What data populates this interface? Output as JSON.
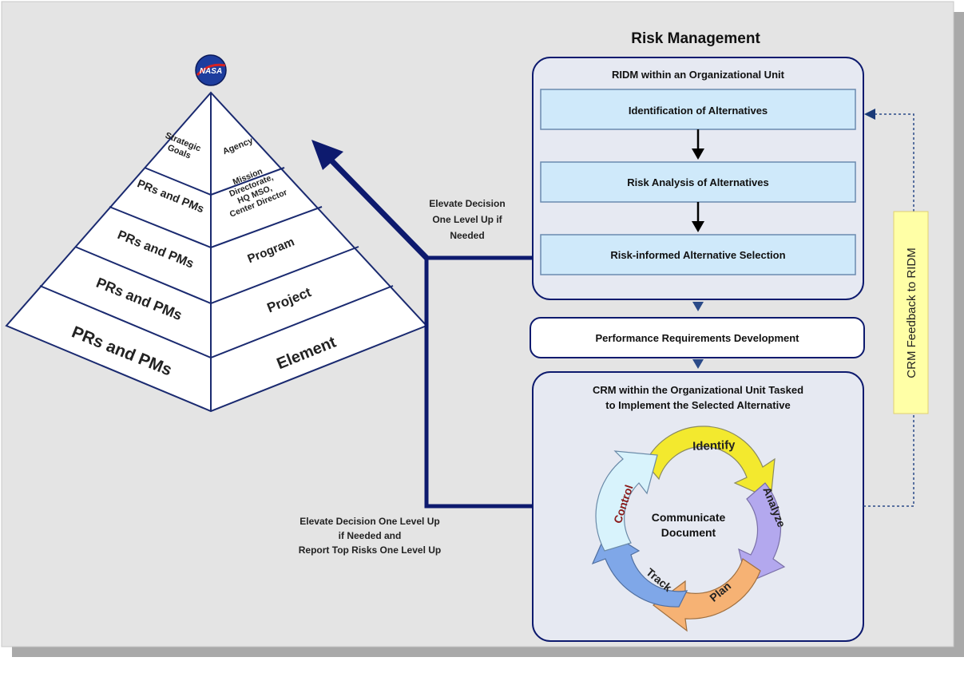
{
  "title": "Risk Management",
  "logo_text": "NASA",
  "pyramid": {
    "left_labels": [
      "Strategic",
      "Goals",
      "PRs and PMs",
      "PRs and PMs",
      "PRs and PMs",
      "PRs and PMs"
    ],
    "right_labels": {
      "agency": "Agency",
      "mission": [
        "Mission",
        "Directorate,",
        "HQ MSO,",
        "Center Director"
      ],
      "program": "Program",
      "project": "Project",
      "element": "Element"
    }
  },
  "ridm": {
    "title": "RIDM within an Organizational Unit",
    "steps": [
      "Identification of Alternatives",
      "Risk Analysis of Alternatives",
      "Risk-informed Alternative Selection"
    ]
  },
  "performance_box": "Performance Requirements Development",
  "crm": {
    "title_line1": "CRM within the Organizational Unit Tasked",
    "title_line2": "to Implement the Selected Alternative",
    "cycle": {
      "identify": "Identify",
      "analyze": "Analyze",
      "plan": "Plan",
      "track": "Track",
      "control": "Control",
      "center_line1": "Communicate",
      "center_line2": "Document"
    }
  },
  "labels": {
    "elevate_upper": [
      "Elevate Decision",
      "One Level Up if",
      "Needed"
    ],
    "elevate_lower": [
      "Elevate Decision One Level Up",
      "if Needed and",
      "Report Top Risks One Level Up"
    ],
    "feedback": "CRM Feedback to RIDM"
  },
  "colors": {
    "background": "#e4e4e4",
    "navy": "#0d1a6e",
    "step_fill": "#cfe9fa",
    "feedback_fill": "#ffffa6",
    "identify": "#f3e92e",
    "analyze": "#b3a8ee",
    "plan": "#f6b274",
    "track": "#7fa7e8",
    "control": "#d8f3fc",
    "control_text": "#8b1a1a"
  }
}
